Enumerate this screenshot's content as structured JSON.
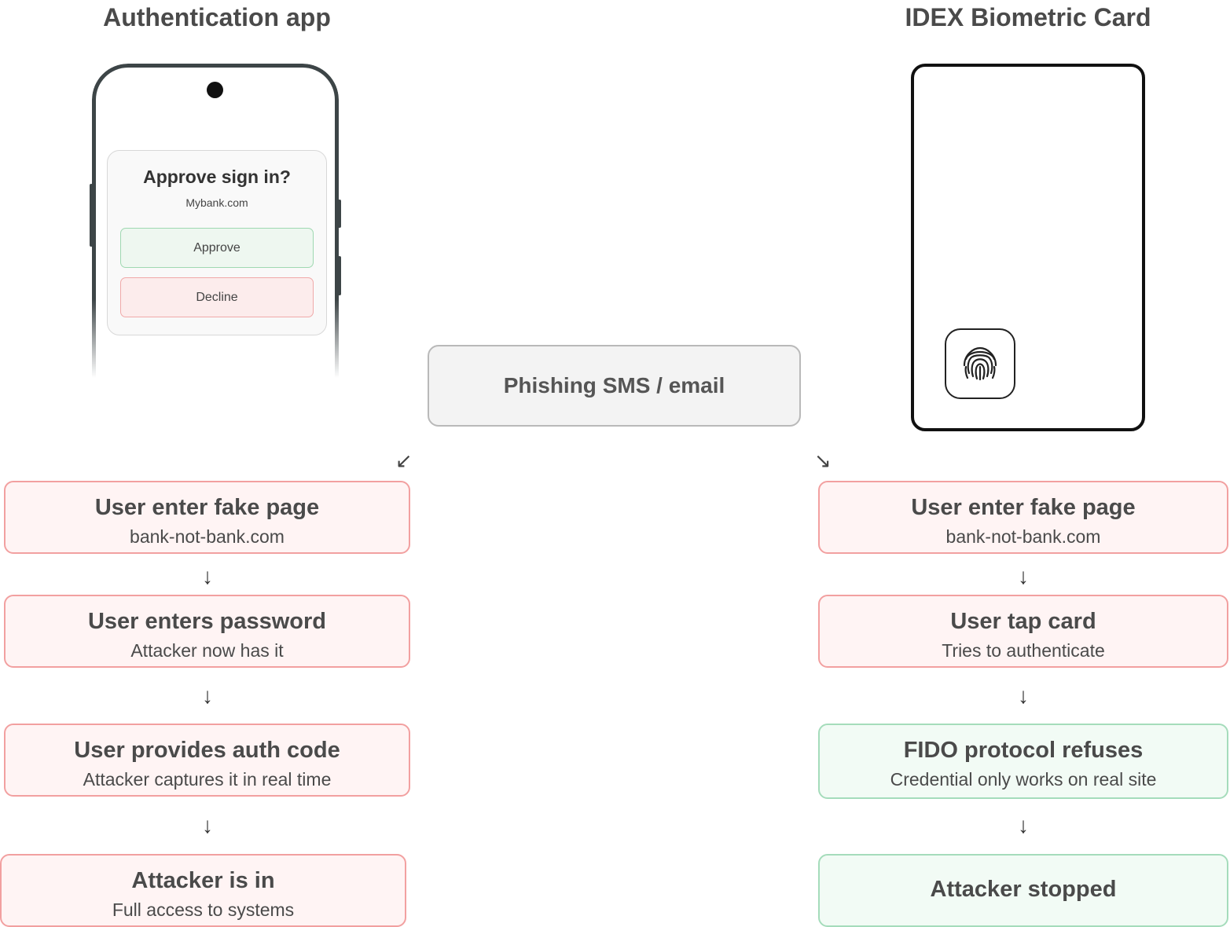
{
  "left_column": {
    "title": "Authentication app",
    "dialog": {
      "title": "Approve sign in?",
      "site": "Mybank.com",
      "approve_label": "Approve",
      "decline_label": "Decline"
    },
    "steps": [
      {
        "title": "User enter fake page",
        "subtitle": "bank-not-bank.com"
      },
      {
        "title": "User enters password",
        "subtitle": "Attacker now has it"
      },
      {
        "title": "User provides auth code",
        "subtitle": "Attacker captures it in real time"
      },
      {
        "title": "Attacker is in",
        "subtitle": "Full access to systems"
      }
    ]
  },
  "right_column": {
    "title": "IDEX Biometric Card",
    "card_icon": "fingerprint-icon",
    "steps": [
      {
        "title": "User enter fake page",
        "subtitle": "bank-not-bank.com"
      },
      {
        "title": "User tap card",
        "subtitle": "Tries to authenticate"
      },
      {
        "title": "FIDO protocol refuses",
        "subtitle": "Credential only works on real site"
      },
      {
        "title": "Attacker stopped",
        "subtitle": ""
      }
    ]
  },
  "center": {
    "phishing_label": "Phishing SMS / email"
  },
  "colors": {
    "danger_border": "#f2a0a0",
    "danger_fill": "#fff4f4",
    "safe_border": "#a5dcbb",
    "safe_fill": "#f2fbf5",
    "neutral_border": "#b9b9b9",
    "neutral_fill": "#f3f3f3"
  }
}
